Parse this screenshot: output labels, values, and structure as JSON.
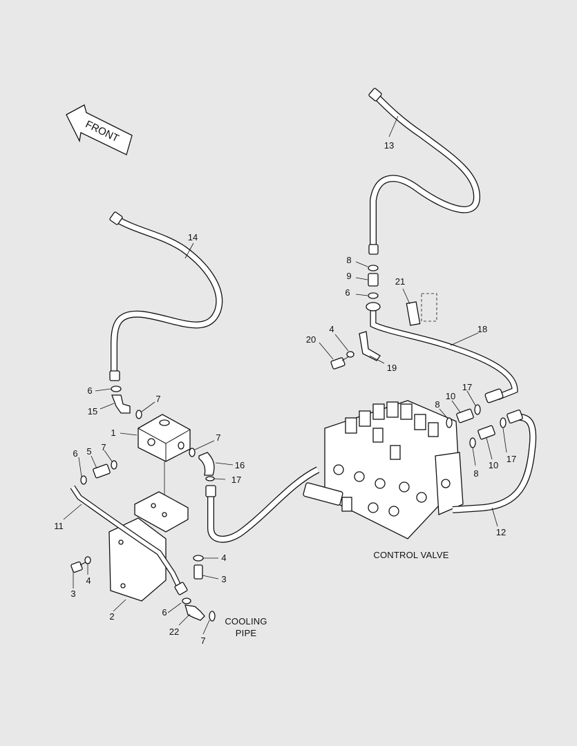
{
  "labels": {
    "front": "FRONT",
    "control_valve": "CONTROL VALVE",
    "cooling_line1": "COOLING",
    "cooling_line2": "PIPE"
  },
  "callouts": [
    "13",
    "14",
    "8",
    "9",
    "21",
    "6",
    "18",
    "4",
    "20",
    "19",
    "6",
    "7",
    "17",
    "10",
    "15",
    "8",
    "1",
    "7",
    "17",
    "6",
    "5",
    "7",
    "16",
    "8",
    "10",
    "17",
    "11",
    "12",
    "4",
    "4",
    "3",
    "3",
    "2",
    "6",
    "22",
    "7"
  ],
  "colors": {
    "background": "#e8e8e8",
    "line": "#111111",
    "fill": "#ffffff"
  }
}
